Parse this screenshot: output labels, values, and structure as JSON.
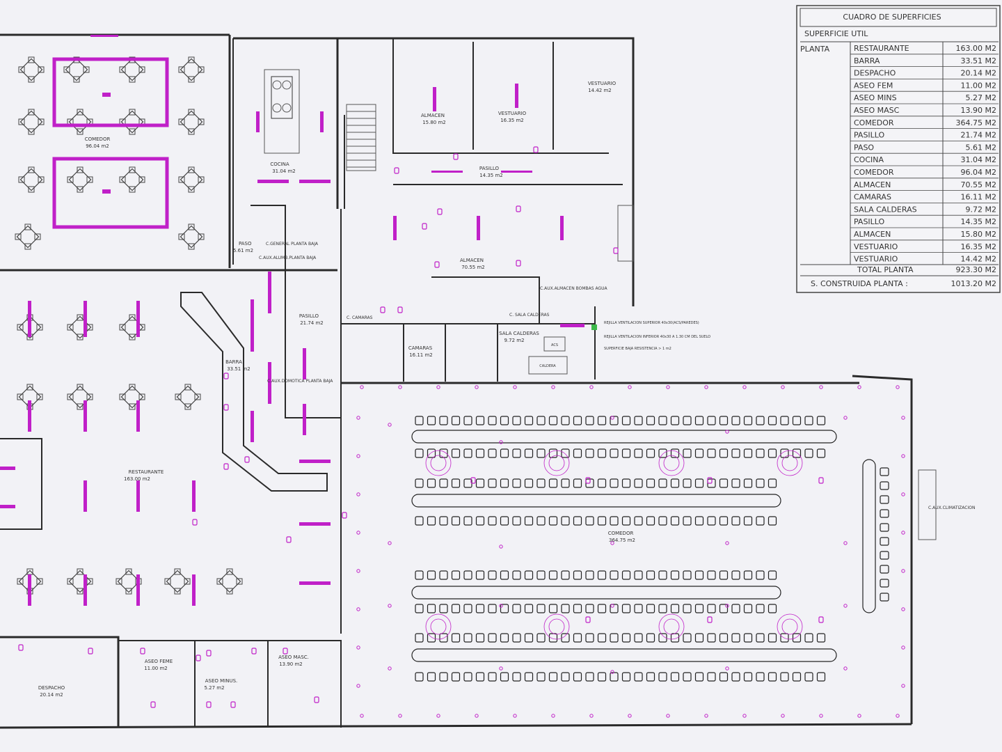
{
  "colors": {
    "paper": "#f2f2f6",
    "wall": "#2a2a2a",
    "electrical": "#c020c8",
    "annotation_green": "#3cb84a"
  },
  "rooms": [
    {
      "id": "comedor-1",
      "name": "COMEDOR",
      "area": "96.04 m2"
    },
    {
      "id": "cocina",
      "name": "COCINA",
      "area": "31.04 m2"
    },
    {
      "id": "paso",
      "name": "PASO",
      "area": "5.61 m2"
    },
    {
      "id": "almacen-1",
      "name": "ALMACEN",
      "area": "15.80 m2"
    },
    {
      "id": "vestuario-1",
      "name": "VESTUARIO",
      "area": "16.35 m2"
    },
    {
      "id": "vestuario-2",
      "name": "VESTUARIO",
      "area": "14.42 m2"
    },
    {
      "id": "pasillo-1",
      "name": "PASILLO",
      "area": "14.35 m2"
    },
    {
      "id": "almacen-2",
      "name": "ALMACEN",
      "area": "70.55 m2"
    },
    {
      "id": "pasillo-2",
      "name": "PASILLO",
      "area": "21.74 m2"
    },
    {
      "id": "barra",
      "name": "BARRA",
      "area": "33.51 m2"
    },
    {
      "id": "camaras",
      "name": "CAMARAS",
      "area": "16.11 m2"
    },
    {
      "id": "sala-calderas",
      "name": "SALA CALDERAS",
      "area": "9.72 m2"
    },
    {
      "id": "restaurante",
      "name": "RESTAURANTE",
      "area": "163.00 m2"
    },
    {
      "id": "comedor-2",
      "name": "COMEDOR",
      "area": "364.75 m2"
    },
    {
      "id": "despacho",
      "name": "DESPACHO",
      "area": "20.14 m2"
    },
    {
      "id": "aseo-fem",
      "name": "ASEO FEME",
      "area": "11.00 m2"
    },
    {
      "id": "aseo-minus",
      "name": "ASEO MINUS.",
      "area": "5.27 m2"
    },
    {
      "id": "aseo-masc",
      "name": "ASEO MASC.",
      "area": "13.90 m2"
    }
  ],
  "circuits": {
    "general": "C.GENERAL PLANTA BAJA",
    "alumbrado": "C.AUX.ALUMB.PLANTA BAJA",
    "almacen_bombas": "C.AUX.ALMACEN BOMBAS AGUA",
    "camaras": "C. CAMARAS",
    "sala_calderas": "C. SALA CALDERAS",
    "domotica": "C.AUX.DOMOTICA PLANTA BAJA",
    "climatizacion": "C.AUX.CLIMATIZACION"
  },
  "notes_green": [
    "REJILLA VENTILACION SUPERIOR 40x30(ACS/PAREDES)",
    "REJILLA VENTILACION INFERIOR 40x30 A 1.30 CM DEL SUELO",
    "SUPERFICIE BAJA RESISTENCIA > 1 m2"
  ],
  "equipment": {
    "acs": "ACS",
    "caldera": "CALDERA"
  },
  "surface_table": {
    "title": "CUADRO DE SUPERFICIES",
    "subtitle": "SUPERFICIE UTIL",
    "section": "PLANTA",
    "rows": [
      {
        "name": "RESTAURANTE",
        "area": "163.00 M2"
      },
      {
        "name": "BARRA",
        "area": "33.51 M2"
      },
      {
        "name": "DESPACHO",
        "area": "20.14 M2"
      },
      {
        "name": "ASEO FEM",
        "area": "11.00 M2"
      },
      {
        "name": "ASEO MINS",
        "area": "5.27 M2"
      },
      {
        "name": "ASEO MASC",
        "area": "13.90 M2"
      },
      {
        "name": "COMEDOR",
        "area": "364.75 M2"
      },
      {
        "name": "PASILLO",
        "area": "21.74 M2"
      },
      {
        "name": "PASO",
        "area": "5.61 M2"
      },
      {
        "name": "COCINA",
        "area": "31.04 M2"
      },
      {
        "name": "COMEDOR",
        "area": "96.04 M2"
      },
      {
        "name": "ALMACEN",
        "area": "70.55 M2"
      },
      {
        "name": "CAMARAS",
        "area": "16.11 M2"
      },
      {
        "name": "SALA CALDERAS",
        "area": "9.72 M2"
      },
      {
        "name": "PASILLO",
        "area": "14.35 M2"
      },
      {
        "name": "ALMACEN",
        "area": "15.80 M2"
      },
      {
        "name": "VESTUARIO",
        "area": "16.35 M2"
      },
      {
        "name": "VESTUARIO",
        "area": "14.42 M2"
      }
    ],
    "total_label": "TOTAL PLANTA",
    "total_value": "923.30 M2",
    "built_label": "S. CONSTRUIDA PLANTA :",
    "built_value": "1013.20 M2"
  }
}
